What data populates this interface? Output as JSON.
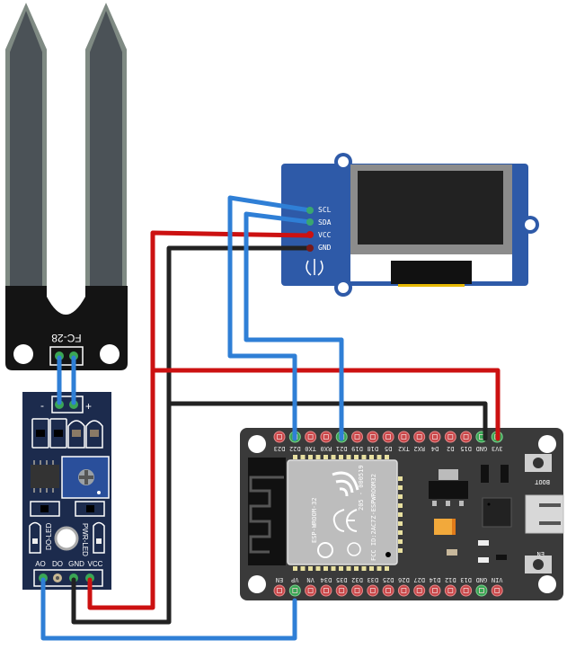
{
  "diagram": {
    "components": {
      "probe": {
        "label": "FC-28"
      },
      "sensor_module": {
        "polarity_minus": "-",
        "polarity_plus": "+",
        "led_do": "DO-LED",
        "led_pwr": "PWR-LED",
        "pins": [
          "AO",
          "DO",
          "GND",
          "VCC"
        ]
      },
      "oled": {
        "pins": [
          "SCL",
          "SDA",
          "VCC",
          "GND"
        ]
      },
      "esp32": {
        "module_label": "ESP-WROOM-32",
        "module_fcc": "FCC ID:2AC7Z-ESPWROOM32",
        "module_code": "205 - 000519",
        "top_pins": [
          "D23",
          "D22",
          "TX0",
          "RX0",
          "D21",
          "D19",
          "D18",
          "D5",
          "TX2",
          "RX2",
          "D4",
          "D2",
          "D15",
          "GND",
          "3V3"
        ],
        "bottom_pins": [
          "EN",
          "VP",
          "VN",
          "D34",
          "D35",
          "D32",
          "D33",
          "D25",
          "D26",
          "D27",
          "D14",
          "D12",
          "D13",
          "GND",
          "VIN"
        ],
        "button_boot": "BOOT",
        "button_en": "EN"
      }
    },
    "colors": {
      "wire_blue": "#2f7fd6",
      "wire_red": "#cc1111",
      "wire_black": "#222222",
      "pin_active": "#3aa655",
      "pin_idle": "#c9484a",
      "pcb_blue": "#1c2b4d",
      "oled_blue": "#2e5aa8",
      "esp_board": "#3a3a3a"
    }
  }
}
